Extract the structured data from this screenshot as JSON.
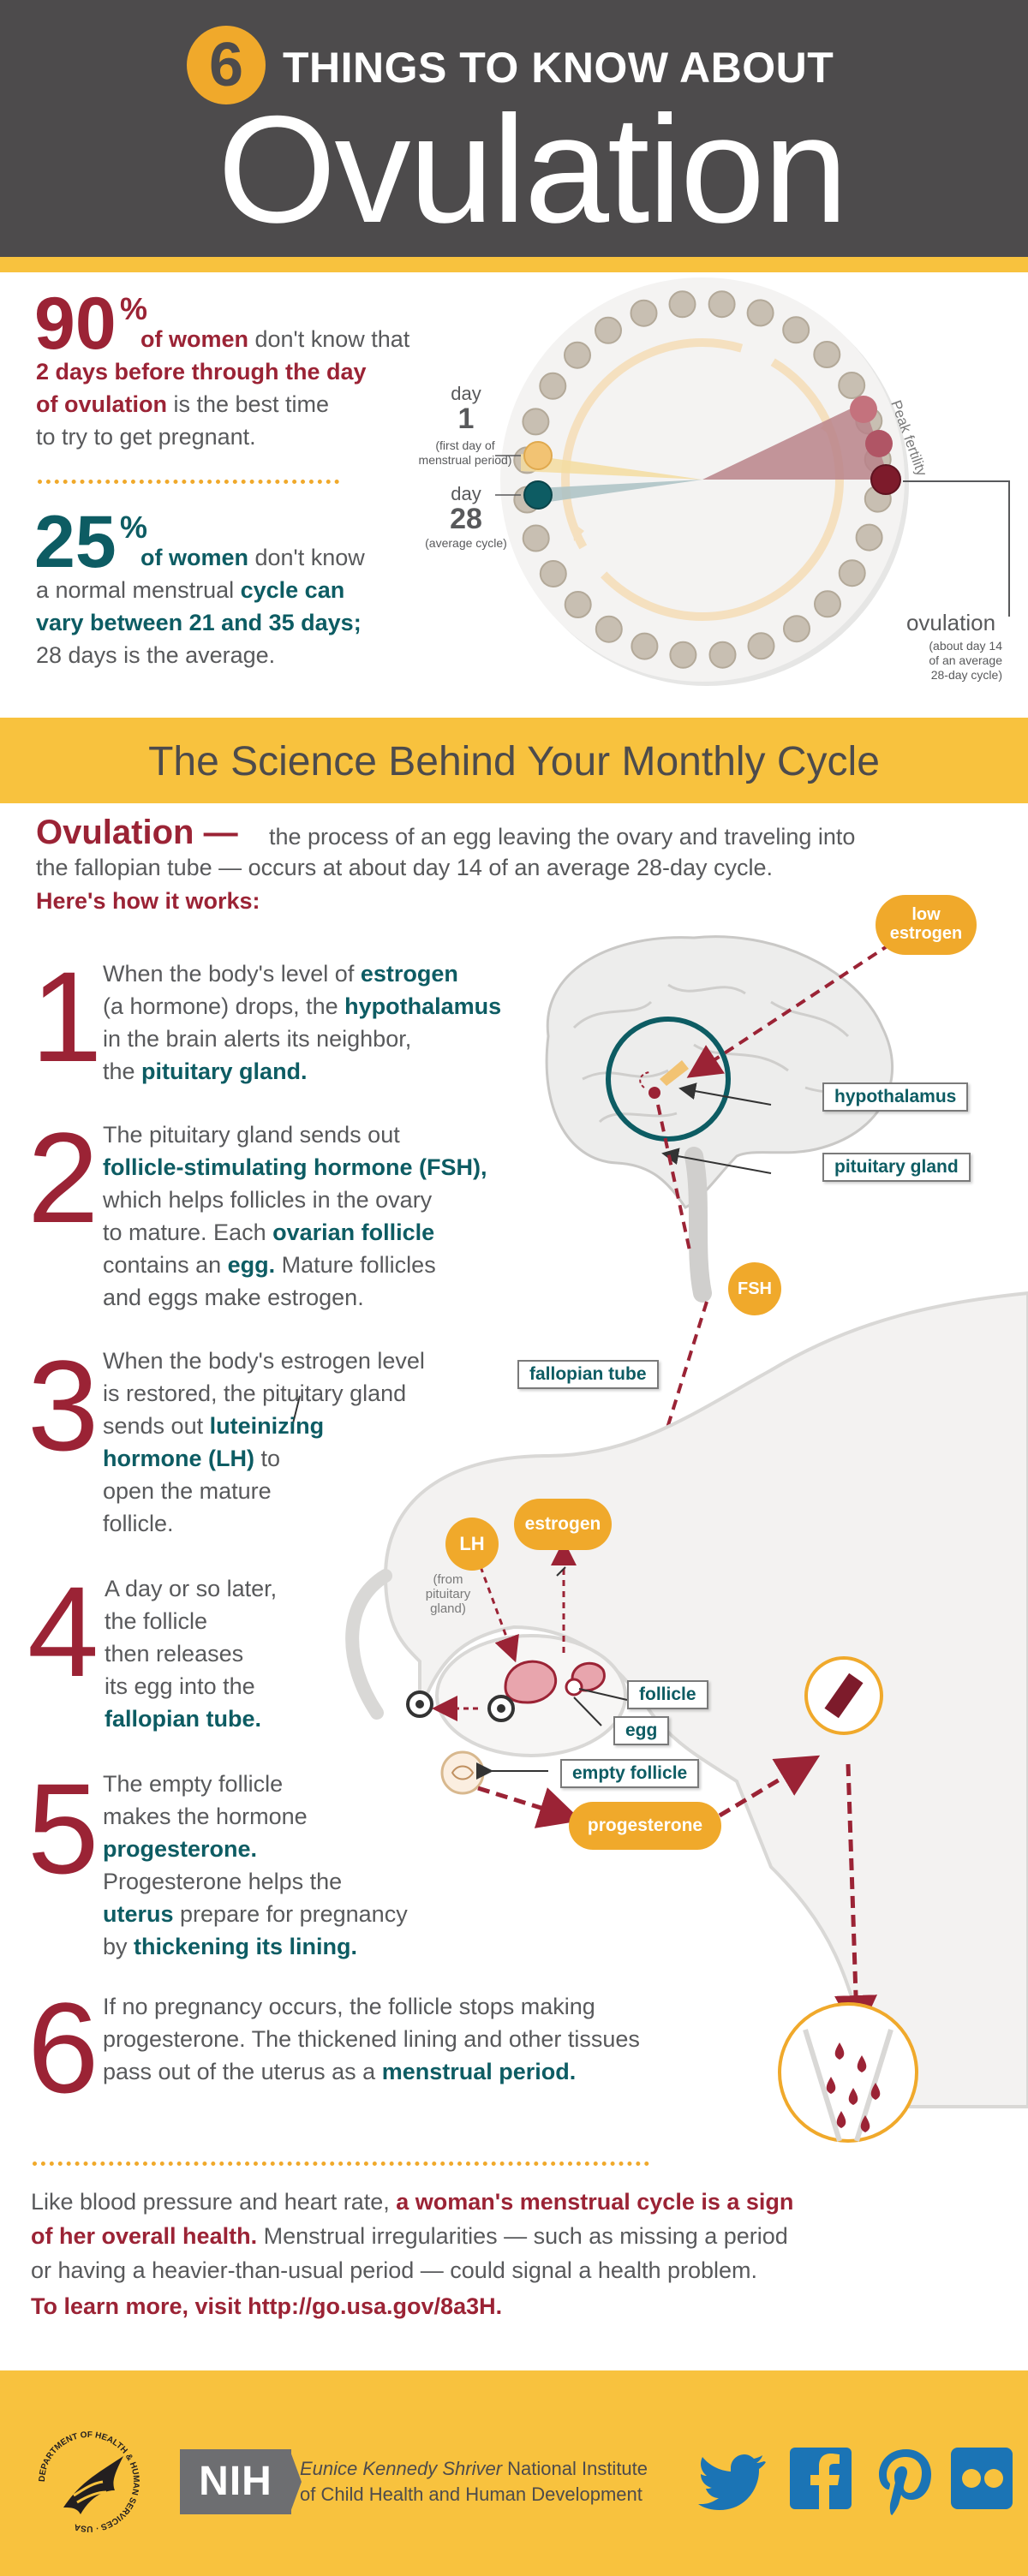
{
  "header": {
    "number": "6",
    "subtitle": "THINGS TO KNOW ABOUT",
    "title": "Ovulation"
  },
  "stats": [
    {
      "number": "90",
      "percent": "%",
      "line1_bold": "of women",
      "line1_rest": " don't know that",
      "line2": "2 days before through the day",
      "line3": "of ovulation",
      "line3_rest": " is the best time",
      "line4": "to try to get pregnant."
    },
    {
      "number": "25",
      "percent": "%",
      "line1_bold": "of women",
      "line1_rest": " don't know",
      "line2_pre": "a normal menstrual ",
      "line2_bold": "cycle can",
      "line3": "vary between 21 and 35 days;",
      "line4": "28 days is the average."
    }
  ],
  "cycle": {
    "day1_label": "day",
    "day1_num": "1",
    "day1_note_1": "(first day of",
    "day1_note_2": "menstrual period)",
    "day28_label": "day",
    "day28_num": "28",
    "day28_note": "(average cycle)",
    "peak_label": "Peak fertility",
    "ovulation_label": "ovulation",
    "ovulation_note_1": "(about day 14",
    "ovulation_note_2": "of an average",
    "ovulation_note_3": "28-day cycle)"
  },
  "science": {
    "title": "The Science Behind Your Monthly Cycle",
    "ovulation_word": "Ovulation —",
    "definition_1": "the process of an egg leaving the ovary and traveling into",
    "definition_2": "the fallopian tube — occurs at about day 14 of an average 28-day cycle.",
    "how_it_works": "Here's how it works:"
  },
  "steps": [
    {
      "number": "1",
      "lines": [
        [
          "When the body's level of ",
          {
            "b": "estrogen"
          }
        ],
        [
          "(a hormone) drops, the ",
          {
            "b": "hypothalamus"
          }
        ],
        [
          "in the brain alerts its neighbor,"
        ],
        [
          "the ",
          {
            "b": "pituitary gland."
          }
        ]
      ]
    },
    {
      "number": "2",
      "lines": [
        [
          "The pituitary gland sends out"
        ],
        [
          {
            "b": "follicle-stimulating hormone (FSH),"
          }
        ],
        [
          "which helps follicles in the ovary"
        ],
        [
          "to mature. Each ",
          {
            "b": "ovarian follicle"
          }
        ],
        [
          "contains an ",
          {
            "b": "egg."
          },
          " Mature follicles"
        ],
        [
          "and eggs make estrogen."
        ]
      ]
    },
    {
      "number": "3",
      "lines": [
        [
          "When the body's estrogen level"
        ],
        [
          "is restored, the pituitary gland"
        ],
        [
          "sends out ",
          {
            "b": "luteinizing"
          }
        ],
        [
          {
            "b": "hormone (LH)"
          },
          " to"
        ],
        [
          "open the mature"
        ],
        [
          "follicle."
        ]
      ]
    },
    {
      "number": "4",
      "lines": [
        [
          "A day or so later,"
        ],
        [
          "the follicle"
        ],
        [
          "then releases"
        ],
        [
          "its egg into the"
        ],
        [
          {
            "b": "fallopian tube."
          }
        ]
      ]
    },
    {
      "number": "5",
      "lines": [
        [
          "The empty follicle"
        ],
        [
          "makes the hormone"
        ],
        [
          {
            "b": "progesterone."
          }
        ],
        [
          "Progesterone helps the"
        ],
        [
          {
            "b": "uterus"
          },
          " prepare for pregnancy"
        ],
        [
          "by ",
          {
            "b": "thickening its lining."
          }
        ]
      ]
    },
    {
      "number": "6",
      "lines": [
        [
          "If no pregnancy occurs, the follicle stops making"
        ],
        [
          "progesterone. The thickened lining and other tissues"
        ],
        [
          "pass out of the uterus as a ",
          {
            "b": "menstrual period."
          }
        ]
      ]
    }
  ],
  "anatomy": {
    "low_estrogen_1": "low",
    "low_estrogen_2": "estrogen",
    "hypothalamus": "hypothalamus",
    "pituitary_gland": "pituitary gland",
    "fsh": "FSH",
    "fallopian_tube": "fallopian tube",
    "lh": "LH",
    "lh_note_1": "(from",
    "lh_note_2": "pituitary",
    "lh_note_3": "gland)",
    "estrogen": "estrogen",
    "follicle": "follicle",
    "egg": "egg",
    "empty_follicle": "empty follicle",
    "progesterone": "progesterone"
  },
  "closing": {
    "line1_pre": "Like blood pressure and heart rate, ",
    "line1_bold": "a woman's menstrual cycle is a sign",
    "line2_bold": "of her overall health.",
    "line2_rest": " Menstrual irregularities — such as missing a period",
    "line3": "or having a heavier-than-usual period — could signal a health problem.",
    "learn_more": "To learn more, visit http://go.usa.gov/8a3H."
  },
  "footer": {
    "nih": "NIH",
    "institute_italic": "Eunice Kennedy Shriver",
    "institute_rest_1": " National Institute",
    "institute_2": "of Child Health and Human Development",
    "seal_text": "DEPARTMENT OF HEALTH & HUMAN SERVICES · USA",
    "social_icons": [
      "twitter-icon",
      "facebook-icon",
      "pinterest-icon",
      "flickr-icon"
    ]
  },
  "colors": {
    "header_bg": "#4d4b4c",
    "accent_yellow": "#f8c23e",
    "accent_orange": "#f0a92b",
    "maroon": "#9b2335",
    "teal": "#0d5c63",
    "social_blue": "#1b74b5"
  }
}
